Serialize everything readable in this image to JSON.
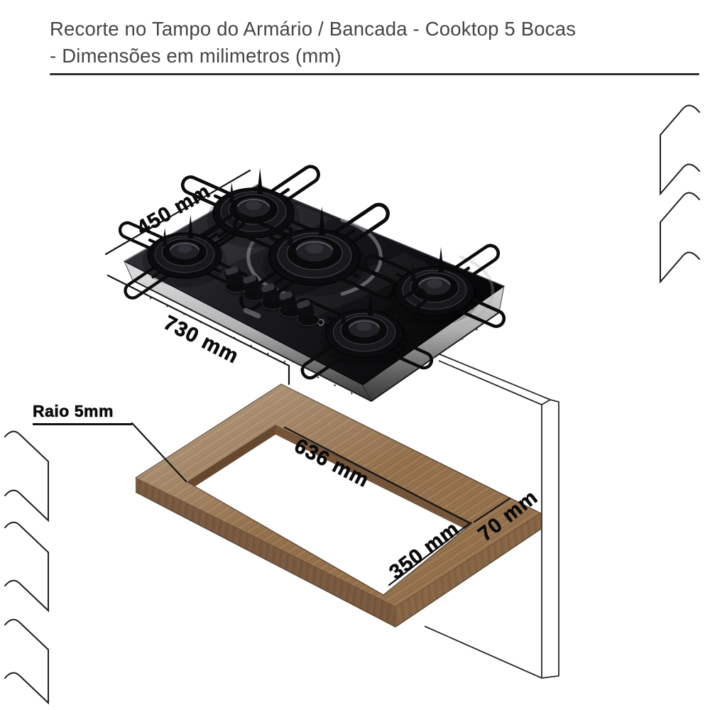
{
  "title": {
    "line1": "Recorte no Tampo do Armário / Bancada -  Cooktop 5 Bocas",
    "line2": "- Dimensões em milimetros (mm)"
  },
  "dimension_labels": {
    "cooktop_depth": "450 mm",
    "cooktop_width": "730 mm",
    "cutout_width": "636 mm",
    "cutout_depth": "350 mm",
    "edge_clearance": "70 mm",
    "corner_radius": "Raio 5mm"
  },
  "illustration": {
    "burner_count": 5,
    "knob_count": 5
  },
  "colors": {
    "drawing_line": "#1a1a1a",
    "wood_top": "#97744f",
    "wood_side": "#7c5c3f",
    "wood_inner_wall": "#66482f",
    "glass_black": "#141417",
    "metal_silver": "#b7b7b7",
    "label_text": "#0b0b0b",
    "title_text": "#454545"
  }
}
